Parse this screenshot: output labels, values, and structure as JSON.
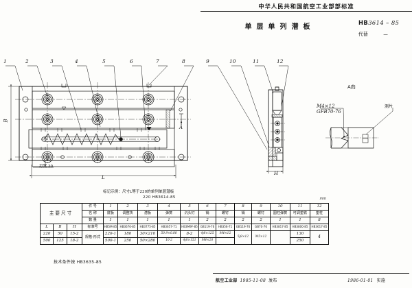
{
  "header": {
    "organization": "中华人民共和国航空工业部部标准",
    "title": "单层单列潜板",
    "standard_number_prefix": "HB",
    "standard_number": "3614",
    "standard_year": "85",
    "replaces_label": "代替",
    "replaces_value": "—"
  },
  "plan_view": {
    "callouts": [
      "1",
      "2",
      "3",
      "4",
      "5",
      "6",
      "7",
      "8"
    ],
    "dim_height_label": "B",
    "dim_length_label": "L",
    "local_note": "打窝 20",
    "section_arrow": "A"
  },
  "section_view": {
    "callouts": [
      "9",
      "10",
      "11",
      "12"
    ],
    "dim_label": "H"
  },
  "detail_view": {
    "title": "A向",
    "screw_spec": "M4×12",
    "screw_standard": "GFB70-76",
    "part_note": "测片"
  },
  "notes": {
    "marking_example": "标记示例：尺寸L等于220的单列单层潜板",
    "marking_code": "220   HB3614-85",
    "technical_condition": "技术条件按 HB3635-85"
  },
  "table": {
    "unit": "mm",
    "main_size_label": "主要尺寸",
    "row_labels": {
      "item_no": "件  号",
      "name": "名  称",
      "qty": "数  量",
      "std_no": "标准号",
      "spec": "规格-形式"
    },
    "dim_headers": [
      "L",
      "B",
      "H"
    ],
    "item_numbers": [
      "1",
      "2",
      "3",
      "4",
      "5",
      "6",
      "7",
      "8",
      "9",
      "10",
      "11",
      "12"
    ],
    "item_names": [
      "底板",
      "调整块",
      "潜板",
      "弹簧",
      "沉头钉",
      "销",
      "螺钉",
      "销",
      "螺钉",
      "圆柱弹簧",
      "可调垫铁",
      "垫柱"
    ],
    "quantities": [
      "1",
      "1",
      "1",
      "1",
      "1",
      "2",
      "2",
      "2",
      "2",
      "1",
      "1",
      "8"
    ],
    "std_numbers": [
      "HB5M-85",
      "HB3676-85",
      "HB3775-85",
      "HB3657-71",
      "HB3M9F-85",
      "GB119-76",
      "HB356-71",
      "GB119-76",
      "GB70-76",
      "HB3817-85",
      "HB3800-85",
      "HB3617-85"
    ],
    "rows": [
      {
        "L": "220",
        "B": "50",
        "H": "15-2",
        "label": "规格-形式",
        "cells": [
          "220-1",
          "180",
          "30×210",
          "50.9×0.80",
          "8-2",
          "4ȷ8×125",
          "M4×12",
          "5ȷ8×12",
          "M5×12",
          "",
          "130",
          "4"
        ]
      },
      {
        "L": "500",
        "B": "125",
        "H": "18-2",
        "label": "规格-形式",
        "cells": [
          "500-1",
          "250",
          "50×280",
          "10-2",
          "4ȷ8×151",
          "M4×20",
          "",
          "",
          "",
          "",
          "250",
          "4"
        ]
      }
    ]
  },
  "footer": {
    "issuer": "航空工业部",
    "issue_date": "1985-11-08",
    "issue_word": "发布",
    "effective_date": "1986-01-01",
    "effective_word": "实施"
  }
}
